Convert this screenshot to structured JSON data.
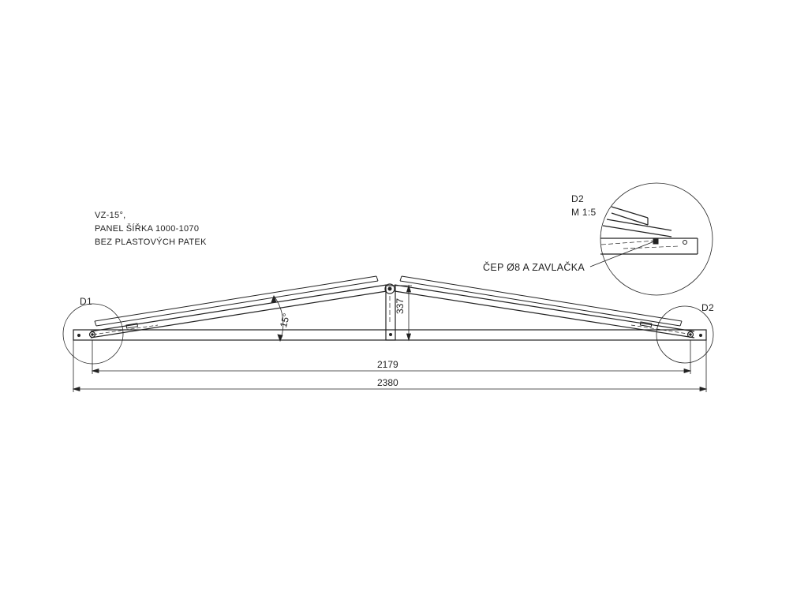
{
  "notes": {
    "line1": "VZ-15°,",
    "line2": "PANEL ŠÍŘKA 1000-1070",
    "line3": "BEZ PLASTOVÝCH PATEK"
  },
  "details": {
    "d1_label": "D1",
    "d2_label": "D2",
    "d2_title": "D2",
    "d2_scale": "M 1:5",
    "pin_callout": "ČEP Ø8 A ZAVLAČKA"
  },
  "dimensions": {
    "inner_span": "2179",
    "overall_span": "2380",
    "ridge_height": "337",
    "roof_angle": "15°"
  }
}
